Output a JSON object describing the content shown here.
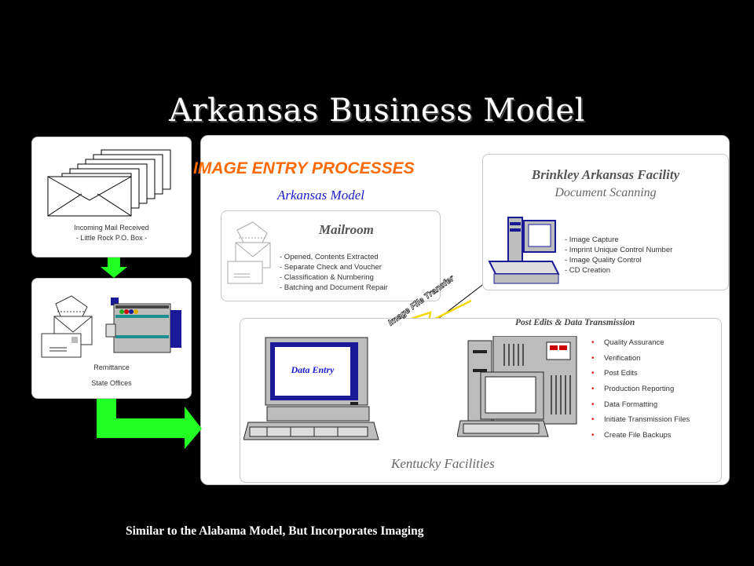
{
  "title": "Arkansas Business Model",
  "incoming": {
    "line1": "Incoming Mail Received",
    "line2": "- Little Rock P.O. Box -"
  },
  "remittance": {
    "line1": "Remittance",
    "line2": "State Offices"
  },
  "image_entry": {
    "heading": "IMAGE ENTRY PROCESSES",
    "subheading": "Arkansas Model"
  },
  "mailroom": {
    "title": "Mailroom",
    "items": [
      "- Opened, Contents Extracted",
      "- Separate Check and Voucher",
      "- Classification & Numbering",
      "- Batching and Document Repair"
    ]
  },
  "brinkley": {
    "title": "Brinkley Arkansas Facility",
    "subtitle": "Document Scanning",
    "items": [
      "- Image Capture",
      "- Imprint Unique Control Number",
      "- Image Quality Control",
      "- CD Creation"
    ]
  },
  "transfer_label": "Image File Transfer",
  "data_entry_label": "Data Entry",
  "post_edits": {
    "title": "Post Edits & Data Transmission",
    "items": [
      "Quality Assurance",
      "Verification",
      "Post Edits",
      "Production Reporting",
      "Data Formatting",
      "Initiate Transmission Files",
      "Create File Backups"
    ]
  },
  "kentucky_label": "Kentucky Facilities",
  "footer": "Similar to the Alabama Model, But Incorporates Imaging",
  "colors": {
    "background": "#000000",
    "accent_orange": "#ff6a00",
    "accent_blue": "#1a1acc",
    "arrow_green": "#22ff22",
    "bullet_red": "#dd2222"
  }
}
